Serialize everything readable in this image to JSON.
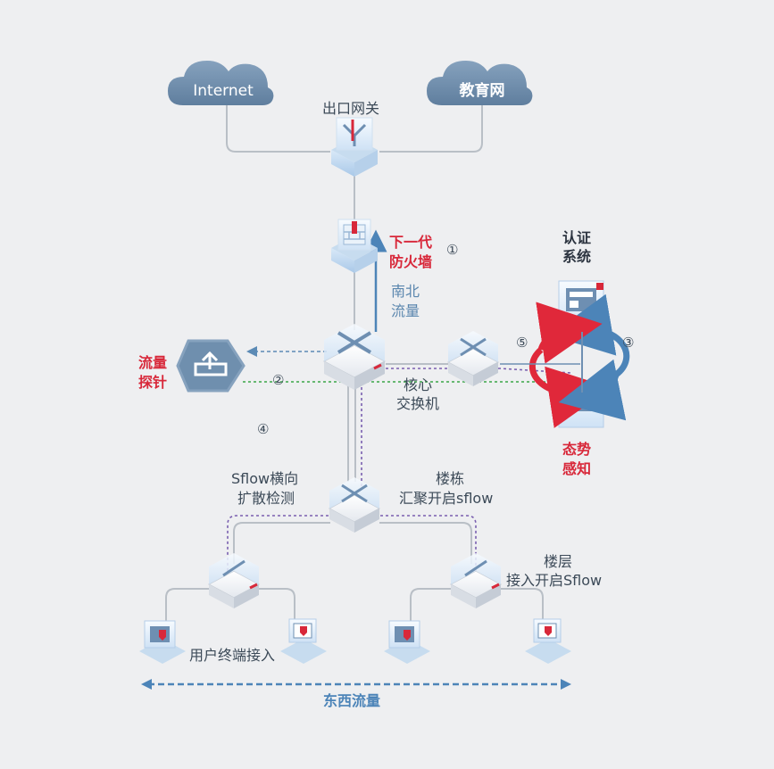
{
  "clouds": {
    "internet": "Internet",
    "edu_net": "教育网"
  },
  "nodes": {
    "egress_gateway": "出口网关",
    "firewall_line1": "下一代",
    "firewall_line2": "防火墙",
    "core_switch_line1": "核心",
    "core_switch_line2": "交换机",
    "probe_line1": "流量",
    "probe_line2": "探针",
    "auth_line1": "认证",
    "auth_line2": "系统",
    "situational_line1": "态势",
    "situational_line2": "感知",
    "building_line1": "楼栋",
    "building_line2": "汇聚开启sflow",
    "floor_line1": "楼层",
    "floor_line2": "接入开启Sflow",
    "sflow_line1": "Sflow横向",
    "sflow_line2": "扩散检测",
    "user_access": "用户终端接入"
  },
  "flows": {
    "north_south_line1": "南北",
    "north_south_line2": "流量",
    "east_west": "东西流量"
  },
  "markers": [
    "①",
    "②",
    "③",
    "④",
    "⑤"
  ],
  "colors": {
    "red_accent": "#d8283a",
    "blue_accent": "#4c84b8",
    "cloud": "#6f8fae",
    "line_gray": "#b9bfc6",
    "purple_dash": "#7a5fb0",
    "green_dash": "#3aa648"
  }
}
